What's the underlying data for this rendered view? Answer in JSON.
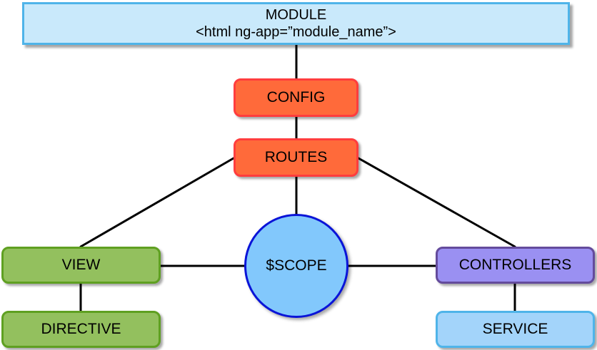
{
  "module": {
    "title": "MODULE",
    "code": "<html ng-app=”module_name”>"
  },
  "nodes": {
    "config": "CONFIG",
    "routes": "ROUTES",
    "view": "VIEW",
    "directive": "DIRECTIVE",
    "scope": "$SCOPE",
    "controllers": "CONTROLLERS",
    "service": "SERVICE"
  },
  "colors": {
    "module_fill": "#c9e9fb",
    "module_border": "#4fb4e9",
    "config_routes_fill": "#ff6a3a",
    "config_routes_border": "#ff3d3d",
    "view_directive_fill": "#93c05e",
    "view_directive_border": "#5fa021",
    "scope_fill": "#82c8fc",
    "scope_border": "#0a14d8",
    "controllers_fill": "#9a90f2",
    "controllers_border": "#644b9c",
    "service_fill": "#a3d4fa",
    "service_border": "#4fb4e9"
  },
  "connections": [
    [
      "module",
      "config"
    ],
    [
      "config",
      "routes"
    ],
    [
      "routes",
      "view"
    ],
    [
      "routes",
      "scope"
    ],
    [
      "routes",
      "controllers"
    ],
    [
      "view",
      "scope"
    ],
    [
      "scope",
      "controllers"
    ],
    [
      "view",
      "directive"
    ],
    [
      "controllers",
      "service"
    ]
  ]
}
